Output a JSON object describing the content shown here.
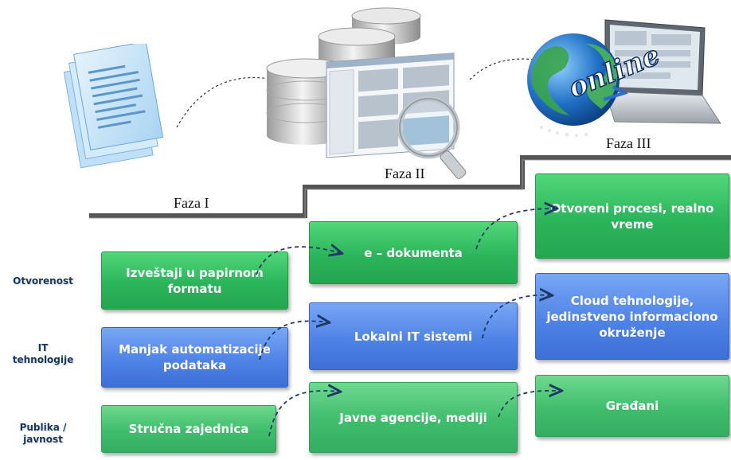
{
  "phases": {
    "faza1": "Faza I",
    "faza2": "Faza II",
    "faza3": "Faza III"
  },
  "rows": {
    "otvorenost": "Otvorenost",
    "it_line1": "IT",
    "it_line2": "tehnologije",
    "publika_line1": "Publika /",
    "publika_line2": "javnost"
  },
  "boxes": {
    "izvestaji": "Izveštaji u papirnom formatu",
    "manjak": "Manjak automatizacije podataka",
    "strucna": "Stručna zajednica",
    "edok": "e – dokumenta",
    "lokalni": "Lokalni IT sistemi",
    "javne": "Javne agencije, mediji",
    "otvoreni": "Otvoreni procesi, realno vreme",
    "cloud": "Cloud tehnologije, jedinstveno informaciono okruženje",
    "gradjani": "Građani"
  },
  "illustrations": {
    "online_text": "online",
    "icons": [
      "documents-icon",
      "database-icon",
      "magnifier-icon",
      "globe-icon",
      "laptop-icon"
    ]
  },
  "colors": {
    "green": "#2bb55b",
    "blue": "#4f83e6",
    "stair_line": "#555555",
    "arrow": "#1f3864"
  }
}
